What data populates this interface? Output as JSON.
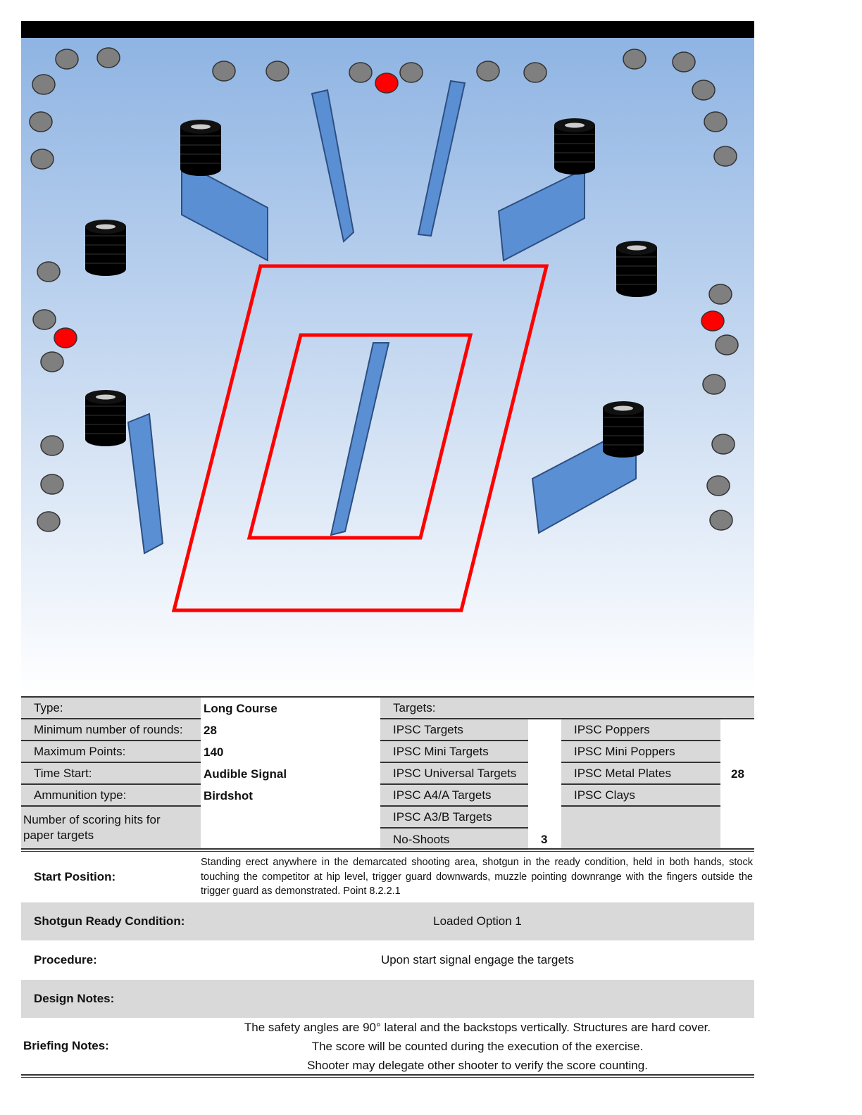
{
  "stage_info": {
    "type_label": "Type:",
    "type_value": "Long Course",
    "min_rounds_label": "Minimum number of rounds:",
    "min_rounds_value": "28",
    "max_points_label": "Maximum Points:",
    "max_points_value": "140",
    "time_start_label": "Time Start:",
    "time_start_value": "Audible Signal",
    "ammo_label": "Ammunition type:",
    "ammo_value": "Birdshot",
    "scoring_hits_label": "Number of scoring hits for paper targets"
  },
  "targets": {
    "header": "Targets:",
    "left": [
      {
        "label": "IPSC Targets",
        "count": ""
      },
      {
        "label": "IPSC Mini Targets",
        "count": ""
      },
      {
        "label": "IPSC Universal Targets",
        "count": ""
      },
      {
        "label": "IPSC A4/A Targets",
        "count": ""
      },
      {
        "label": "IPSC A3/B Targets",
        "count": ""
      },
      {
        "label": "No-Shoots",
        "count": "3"
      }
    ],
    "right": [
      {
        "label": "IPSC Poppers"
      },
      {
        "label": "IPSC Mini Poppers"
      },
      {
        "label": "IPSC Metal Plates"
      },
      {
        "label": "IPSC Clays"
      }
    ],
    "steel_count": "28"
  },
  "details": {
    "start_position_label": "Start Position:",
    "start_position_text": "Standing erect anywhere in the demarcated shooting area, shotgun in the ready condition, held in both hands, stock touching the competitor at hip level, trigger guard downwards, muzzle pointing downrange with the fingers outside the trigger guard as demonstrated. Point 8.2.2.1",
    "ready_label": "Shotgun Ready Condition:",
    "ready_value": "Loaded Option 1",
    "procedure_label": "Procedure:",
    "procedure_value": "Upon start signal engage the targets",
    "design_label": "Design Notes:",
    "design_value": "",
    "briefing_label": "Briefing Notes:",
    "briefing_lines": [
      "The safety angles are 90° lateral and the backstops vertically. Structures are hard cover.",
      "The score will be counted during the execution of the exercise.",
      "Shooter may delegate other shooter to verify the score counting."
    ]
  },
  "colors": {
    "plate": "#7f7f7f",
    "no_shoot": "#ff0000",
    "wall": "#5b8fd4",
    "area": "#ff0000"
  }
}
